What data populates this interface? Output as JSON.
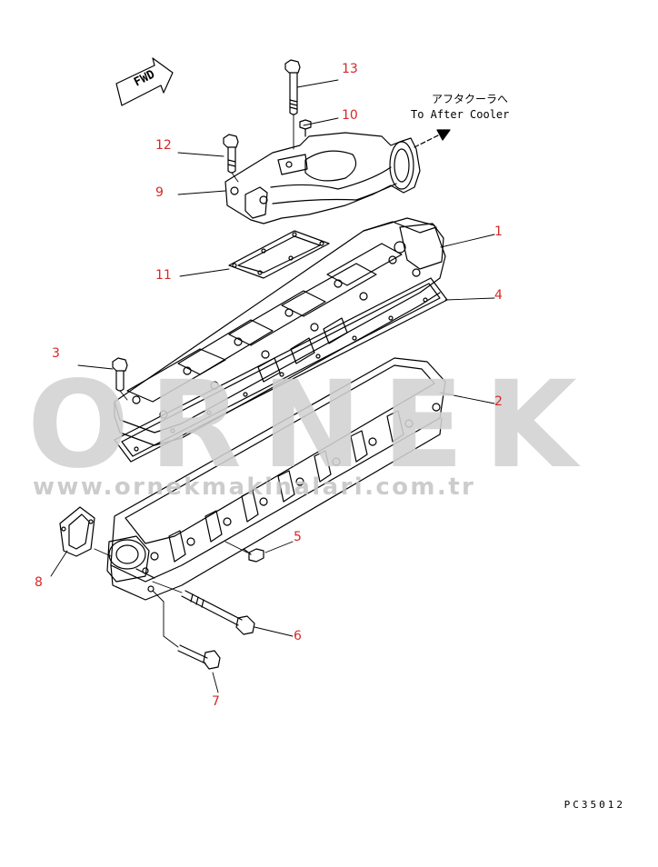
{
  "watermark": {
    "brand": "ORNEK",
    "url": "www.ornekmakinalari.com.tr"
  },
  "direction_tag": "FWD",
  "note": {
    "japanese": "アフタクーラへ",
    "english": "To After Cooler"
  },
  "drawing_code": "PC35012",
  "callouts": [
    {
      "id": "1",
      "label": "1"
    },
    {
      "id": "2",
      "label": "2"
    },
    {
      "id": "3",
      "label": "3"
    },
    {
      "id": "4",
      "label": "4"
    },
    {
      "id": "5",
      "label": "5"
    },
    {
      "id": "6",
      "label": "6"
    },
    {
      "id": "7",
      "label": "7"
    },
    {
      "id": "8",
      "label": "8"
    },
    {
      "id": "9",
      "label": "9"
    },
    {
      "id": "10",
      "label": "10"
    },
    {
      "id": "11",
      "label": "11"
    },
    {
      "id": "12",
      "label": "12"
    },
    {
      "id": "13",
      "label": "13"
    }
  ],
  "colors": {
    "callout": "#d62828",
    "line": "#000000",
    "watermark": "#d2d2d2"
  }
}
